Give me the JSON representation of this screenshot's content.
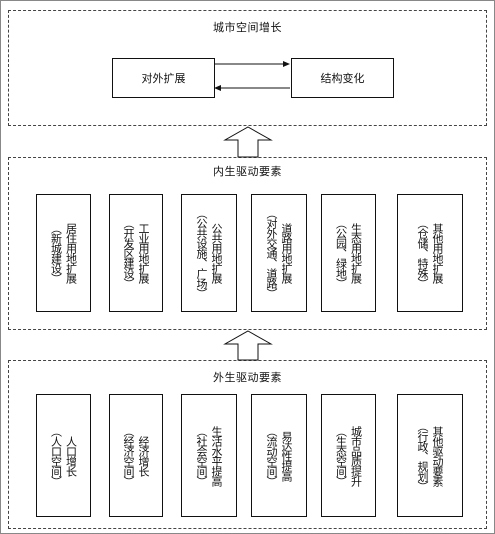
{
  "top_panel": {
    "title": "城市空间增长",
    "left_box": "对外扩展",
    "right_box": "结构变化"
  },
  "middle_panel": {
    "title": "内生驱动要素",
    "boxes": [
      {
        "line1": "居住用地扩展",
        "line2": "（新城建设）"
      },
      {
        "line1": "工业用地扩展",
        "line2": "（开发区建设）"
      },
      {
        "line1": "公共用地扩展",
        "line2": "（公共设施、广场）"
      },
      {
        "line1": "道路用地扩展",
        "line2": "（对外交通、道路）"
      },
      {
        "line1": "生态用地扩展",
        "line2": "（公园、绿地）"
      },
      {
        "line1": "其他用地扩展",
        "line2": "（仓储、特殊）"
      }
    ]
  },
  "bottom_panel": {
    "title": "外生驱动要素",
    "boxes": [
      {
        "line1": "人口增长",
        "line2": "（人口空间）"
      },
      {
        "line1": "经济增长",
        "line2": "（经济空间）"
      },
      {
        "line1": "生活水平提高",
        "line2": "（社会空间）"
      },
      {
        "line1": "易达性提高",
        "line2": "（流动空间）"
      },
      {
        "line1": "城市品质提升",
        "line2": "（生态空间）"
      },
      {
        "line1": "其他驱动要素",
        "line2": "（行政、规划）"
      }
    ]
  }
}
